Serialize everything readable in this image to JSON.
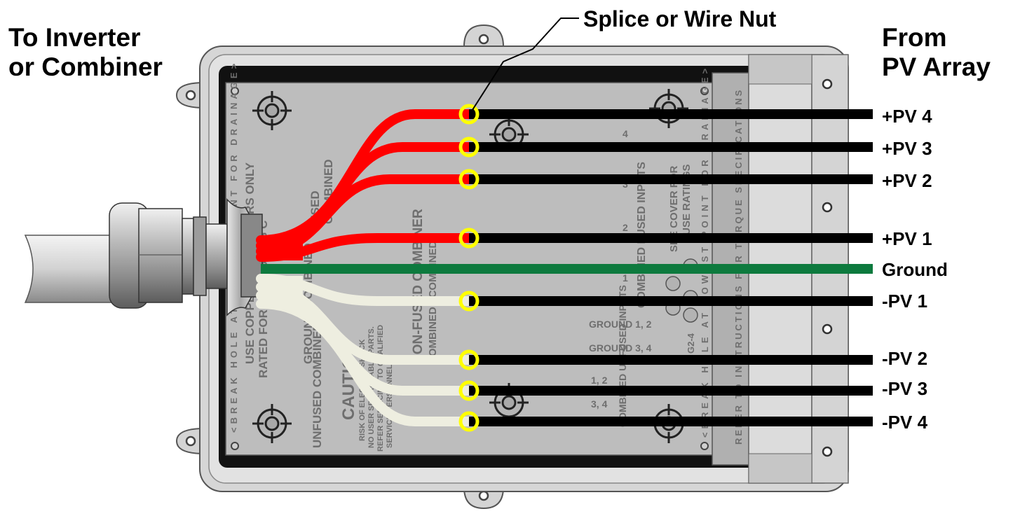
{
  "header": {
    "left_title_line1": "To Inverter",
    "left_title_line2": "or Combiner",
    "right_title_line1": "From",
    "right_title_line2": "PV Array",
    "callout": "Splice or Wire Nut"
  },
  "wires": [
    {
      "label": "+PV 4",
      "color": "#ff0000"
    },
    {
      "label": "+PV 3",
      "color": "#ff0000"
    },
    {
      "label": "+PV 2",
      "color": "#ff0000"
    },
    {
      "label": "+PV 1",
      "color": "#ff0000"
    },
    {
      "label": "Ground",
      "color": "#0d7a3e"
    },
    {
      "label": "-PV 1",
      "color": "#eeeee0"
    },
    {
      "label": "-PV 2",
      "color": "#eeeee0"
    },
    {
      "label": "-PV 3",
      "color": "#eeeee0"
    },
    {
      "label": "-PV 4",
      "color": "#eeeee0"
    }
  ],
  "colors": {
    "positive": "#ff0000",
    "negative": "#eeeee0",
    "ground": "#0d7a3e",
    "pv_wire": "#000000",
    "splice_ring": "#ffff00",
    "enclosure": "#c8c8c8",
    "panel": "#bcbcbc"
  },
  "embossed_text": {
    "left_rail": "<BREAK HOLE AT LOWEST POINT FOR DRAINAGE>",
    "right_rail_1": "<BREAK HOLE AT LOWEST POINT FOR DRAINAGE>",
    "right_rail_2": "REFER TO INSTRUCTIONS FOR TORQUE SPECIFICATIONS",
    "copper_1": "USE COPPER CONDUCTORS ONLY",
    "copper_2": "RATED FOR USE: 75 DEG C",
    "fused": "FUSED",
    "combined": "COMBINED",
    "non_fused_combiner": "NON-FUSED COMBINER",
    "combined_plus": "COMBINED +COMBINED",
    "ground_combined": "GROUND COMBINED",
    "unfused_combined": "UNFUSED COMBINED",
    "caution": "CAUTION",
    "caution_1": "RISK OF ELECTRIC SHOCK",
    "caution_2": "NO USER SERVICEABLE PARTS.",
    "caution_3": "REFER SERVICING TO QUALIFIED",
    "caution_4": "SERVICE PERSONNEL",
    "combined_fused_inputs": "COMBINED FUSED INPUTS",
    "see_cover": "SEE COVER FOR",
    "fuse_ratings": "FUSE RATINGS",
    "ground_12": "GROUND 1, 2",
    "ground_34": "GROUND 3, 4",
    "g24": "G2-4",
    "combined_unfused_inputs": "COMBINED UNFUSED INPUTS",
    "n12": "1, 2",
    "n34": "3, 4",
    "n4": "4",
    "n3": "3",
    "n2": "2",
    "n1": "1"
  }
}
